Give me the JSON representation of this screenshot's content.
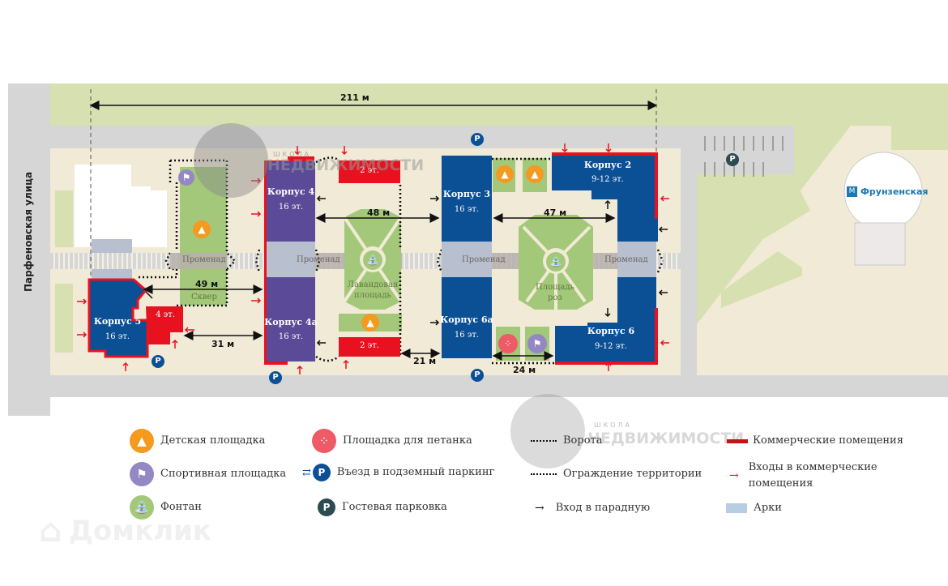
{
  "street": {
    "name": "Парфеновская улица"
  },
  "metro": {
    "name": "Фрунзенская",
    "icon": "metro-icon"
  },
  "dimensions": {
    "total": "211 м",
    "d48": "48 м",
    "d47": "47 м",
    "d49": "49 м",
    "d31": "31 м",
    "d21": "21 м",
    "d24": "24 м"
  },
  "buildings": {
    "k2": {
      "name": "Корпус 2",
      "floors": "9-12 эт."
    },
    "k3": {
      "name": "Корпус 3",
      "floors": "16 эт."
    },
    "k4": {
      "name": "Корпус 4",
      "floors": "16 эт."
    },
    "k4a": {
      "name": "Корпус 4а",
      "floors": "16 эт."
    },
    "k5": {
      "name": "Корпус 5",
      "floors": "16 эт."
    },
    "k6": {
      "name": "Корпус 6",
      "floors": "9-12 эт."
    },
    "k6a": {
      "name": "Корпус 6а",
      "floors": "16 эт."
    },
    "comm_top": {
      "floors": "2 эт."
    },
    "comm_bottom": {
      "floors": "2 эт."
    },
    "comm_k5": {
      "floors": "4 эт."
    }
  },
  "areas": {
    "promenade": "Променад",
    "square": "Сквер",
    "lavender": "Лавандовая площадь",
    "lavender_l1": "Лавандовая",
    "lavender_l2": "площадь",
    "roses_l1": "Площадь",
    "roses_l2": "роз"
  },
  "colors": {
    "blue_building": "#0b4f95",
    "purple_building": "#5a4a98",
    "commercial_red": "#e8111f",
    "green": "#a4c87a",
    "sand": "#f1ead6",
    "road": "#d6d6d6",
    "park": "#d6e0b0",
    "arch": "#b8c8dc",
    "playground_orange": "#f39a1f",
    "sport_purple": "#9488c4",
    "petanque_red": "#ee5a66",
    "parking_dark": "#2c4a50",
    "parking_blue": "#0b4f95"
  },
  "legend": {
    "items": [
      {
        "icon": "playground-icon",
        "label": "Детская площадка"
      },
      {
        "icon": "sports-ground-icon",
        "label": "Спортивная площадка"
      },
      {
        "icon": "fountain-icon",
        "label": "Фонтан"
      },
      {
        "icon": "petanque-icon",
        "label": "Площадка для петанка"
      },
      {
        "icon": "underground-parking-icon",
        "label": "Въезд в подземный паркинг"
      },
      {
        "icon": "guest-parking-icon",
        "label": "Гостевая парковка"
      },
      {
        "icon": "gate-icon",
        "label": "Ворота"
      },
      {
        "icon": "fence-icon",
        "label": "Ограждение территории"
      },
      {
        "icon": "entrance-arrow-icon",
        "label": "Вход в парадную"
      },
      {
        "icon": "commercial-line-icon",
        "label": "Коммерческие помещения"
      },
      {
        "icon": "commercial-entrance-icon",
        "label": "Входы в коммерческие помещения"
      },
      {
        "icon": "arch-icon",
        "label": "Арки"
      }
    ]
  },
  "watermarks": {
    "school_small": "ШКОЛА",
    "school_big": "НЕДВИЖИМОСТИ",
    "domclick": "Домклик"
  },
  "parking_symbol": "P"
}
